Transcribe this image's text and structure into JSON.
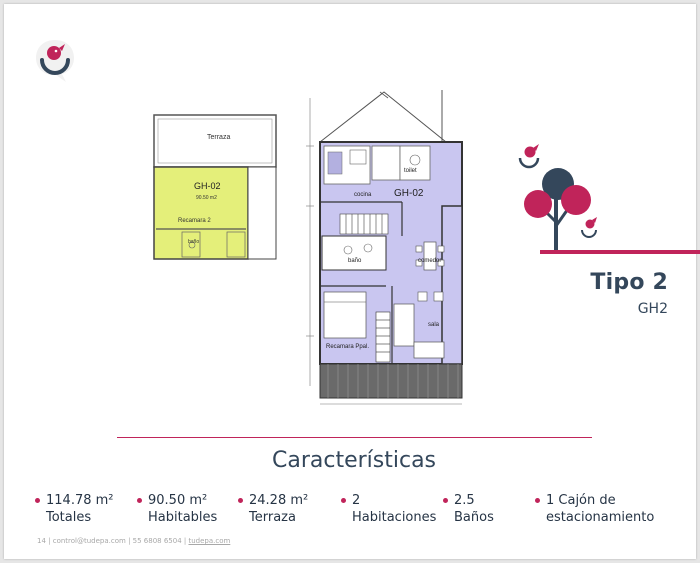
{
  "colors": {
    "accent": "#c0245a",
    "navy": "#34475b",
    "plan_purple": "#c9c6f0",
    "plan_yellow": "#e4ef7a"
  },
  "brand": {
    "logo_icon": "bird-chat-logo-icon"
  },
  "floorplan_small": {
    "terrace_label": "Terraza",
    "unit_label": "GH-02",
    "area_label": "90.50 m2",
    "room_label": "Recamara 2",
    "bath_label": "baño"
  },
  "floorplan_main": {
    "unit_label": "GH-02",
    "kitchen_label": "cocina",
    "toilet_label": "toilet",
    "bath_label": "baño",
    "dining_label": "comedor",
    "living_label": "sala",
    "bedroom_label": "Recamara Ppal."
  },
  "type": {
    "title": "Tipo 2",
    "subtitle": "GH2"
  },
  "section_heading": "Características",
  "features": [
    {
      "value": "114.78 m²",
      "label": "Totales"
    },
    {
      "value": "90.50 m²",
      "label": "Habitables"
    },
    {
      "value": "24.28 m²",
      "label": "Terraza"
    },
    {
      "value": "2",
      "label": "Habitaciones"
    },
    {
      "value": "2.5",
      "label": "Baños"
    },
    {
      "value": "1 Cajón de",
      "label": "estacionamiento"
    }
  ],
  "footer": {
    "page": "14",
    "email": "control@tudepa.com",
    "phone": "55 6808 6504",
    "site": "tudepa.com"
  }
}
